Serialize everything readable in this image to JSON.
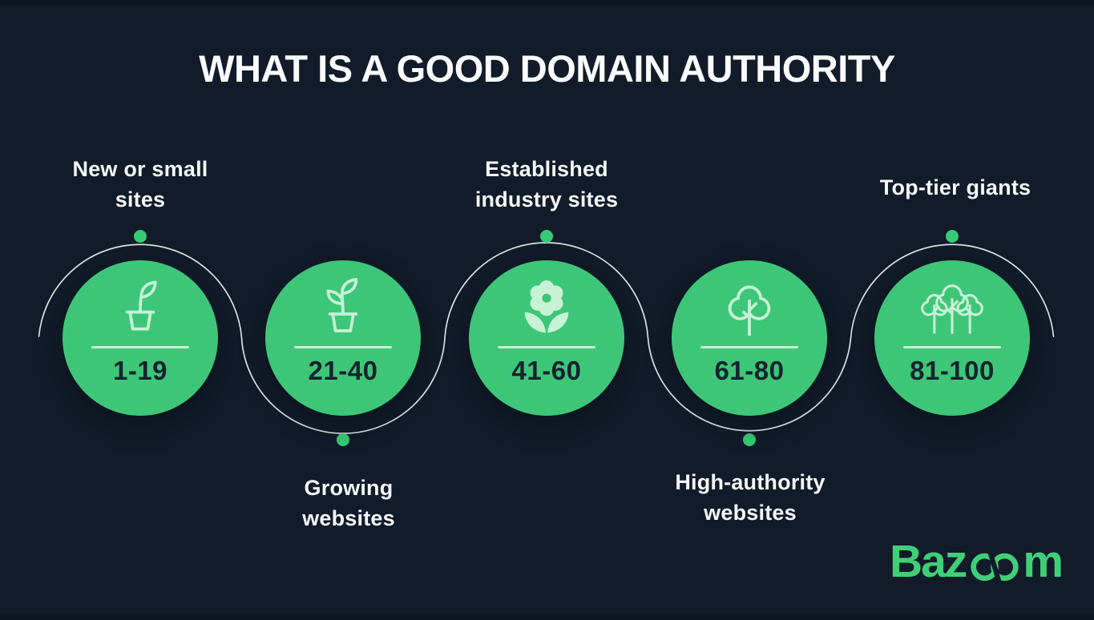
{
  "title": "WHAT IS A GOOD DOMAIN AUTHORITY",
  "stages": [
    {
      "range": "1-19",
      "label_line1": "New or small",
      "label_line2": "sites",
      "label_position": "above",
      "icon": "seedling-pot-icon"
    },
    {
      "range": "21-40",
      "label_line1": "Growing",
      "label_line2": "websites",
      "label_position": "below",
      "icon": "plant-pot-icon"
    },
    {
      "range": "41-60",
      "label_line1": "Established",
      "label_line2": "industry sites",
      "label_position": "above",
      "icon": "flower-icon"
    },
    {
      "range": "61-80",
      "label_line1": "High-authority",
      "label_line2": "websites",
      "label_position": "below",
      "icon": "tree-icon"
    },
    {
      "range": "81-100",
      "label_line1": "Top-tier giants",
      "label_line2": "",
      "label_position": "above",
      "icon": "forest-icon"
    }
  ],
  "brand": {
    "name": "Bazoom",
    "logo_prefix": "Baz",
    "logo_suffix": "m"
  },
  "colors": {
    "background": "#111b29",
    "circle_green": "#3ec678",
    "icon_mint": "#c7f2d6",
    "number_navy": "#16222e",
    "wave_line": "#eef2f4",
    "node_dot_green": "#35ca74",
    "logo_green": "#3fd077",
    "title_white": "#fafbfc"
  }
}
